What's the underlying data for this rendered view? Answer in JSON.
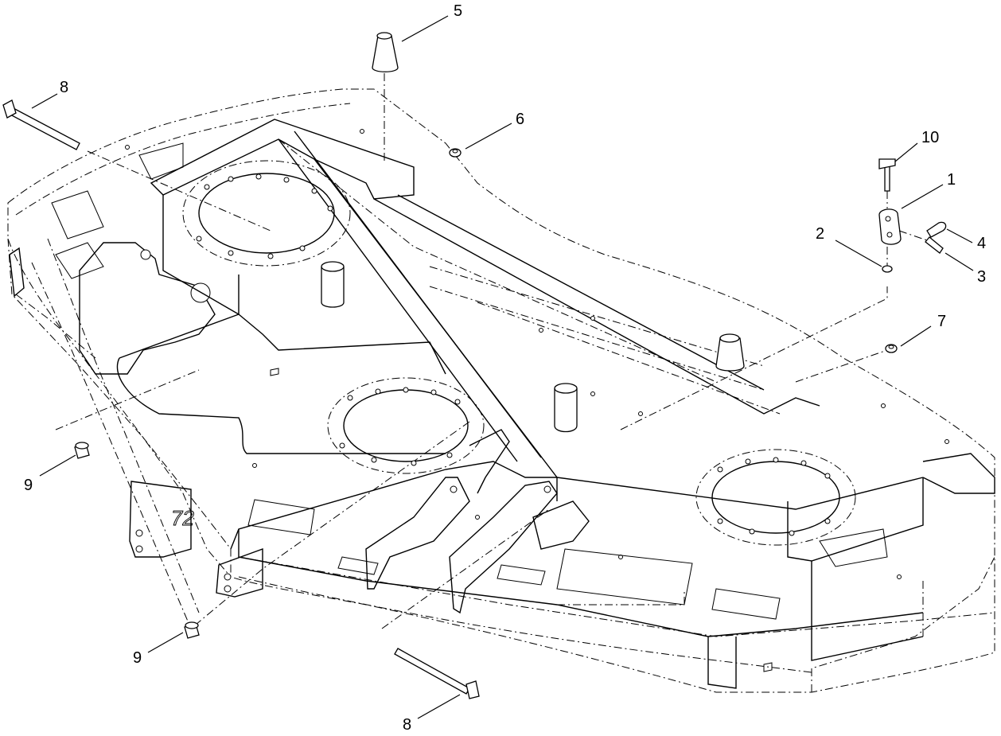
{
  "callouts": [
    {
      "id": "c5",
      "label": "5"
    },
    {
      "id": "c8a",
      "label": "8"
    },
    {
      "id": "c6",
      "label": "6"
    },
    {
      "id": "c10",
      "label": "10"
    },
    {
      "id": "c1",
      "label": "1"
    },
    {
      "id": "c2",
      "label": "2"
    },
    {
      "id": "c4",
      "label": "4"
    },
    {
      "id": "c3",
      "label": "3"
    },
    {
      "id": "c7",
      "label": "7"
    },
    {
      "id": "c9a",
      "label": "9"
    },
    {
      "id": "c9b",
      "label": "9"
    },
    {
      "id": "c8b",
      "label": "8"
    }
  ],
  "deck_size_label": "72"
}
